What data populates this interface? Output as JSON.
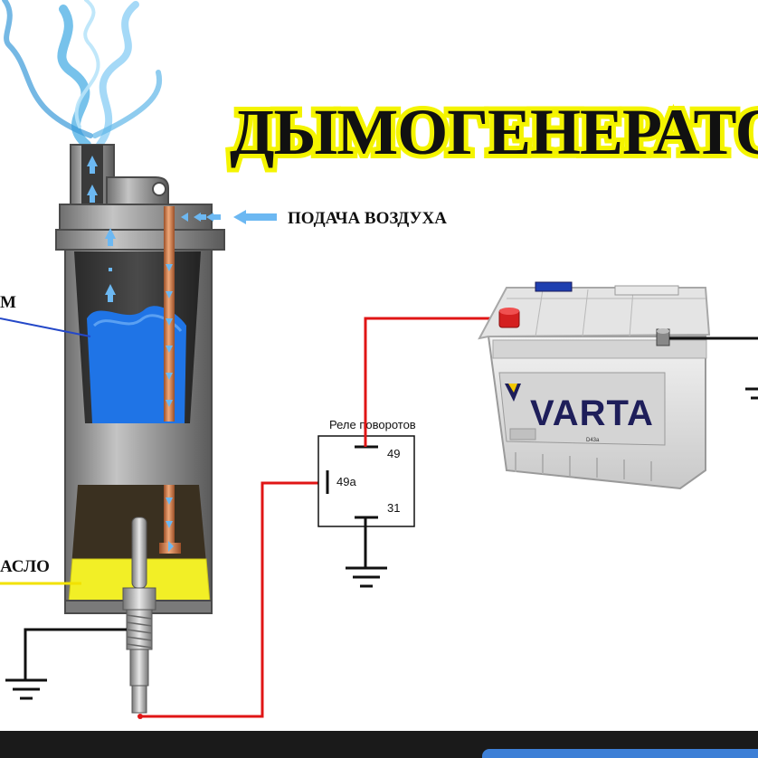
{
  "title": "ДЫМОГЕНЕРАТО",
  "labels": {
    "air_supply": "ПОДАЧА ВОЗДУХА",
    "left_upper_partial": "М",
    "left_lower_partial": "АСЛО",
    "relay_title": "Реле поворотов",
    "relay_pin_49": "49",
    "relay_pin_49a": "49a",
    "relay_pin_31": "31",
    "battery_brand": "VARTA",
    "battery_model": "D43a"
  },
  "colors": {
    "title_fill": "#111111",
    "title_outline": "#f4f400",
    "wire_positive": "#e01515",
    "wire_ground": "#111111",
    "wire_blue": "#2448c8",
    "wire_yellow": "#f2e200",
    "smoke": "#5fb7e8",
    "oil": "#f2ef26",
    "liquid": "#1f74e6",
    "copper_tube": "#cf7a4b",
    "arrow_blue": "#6cb8f2"
  }
}
